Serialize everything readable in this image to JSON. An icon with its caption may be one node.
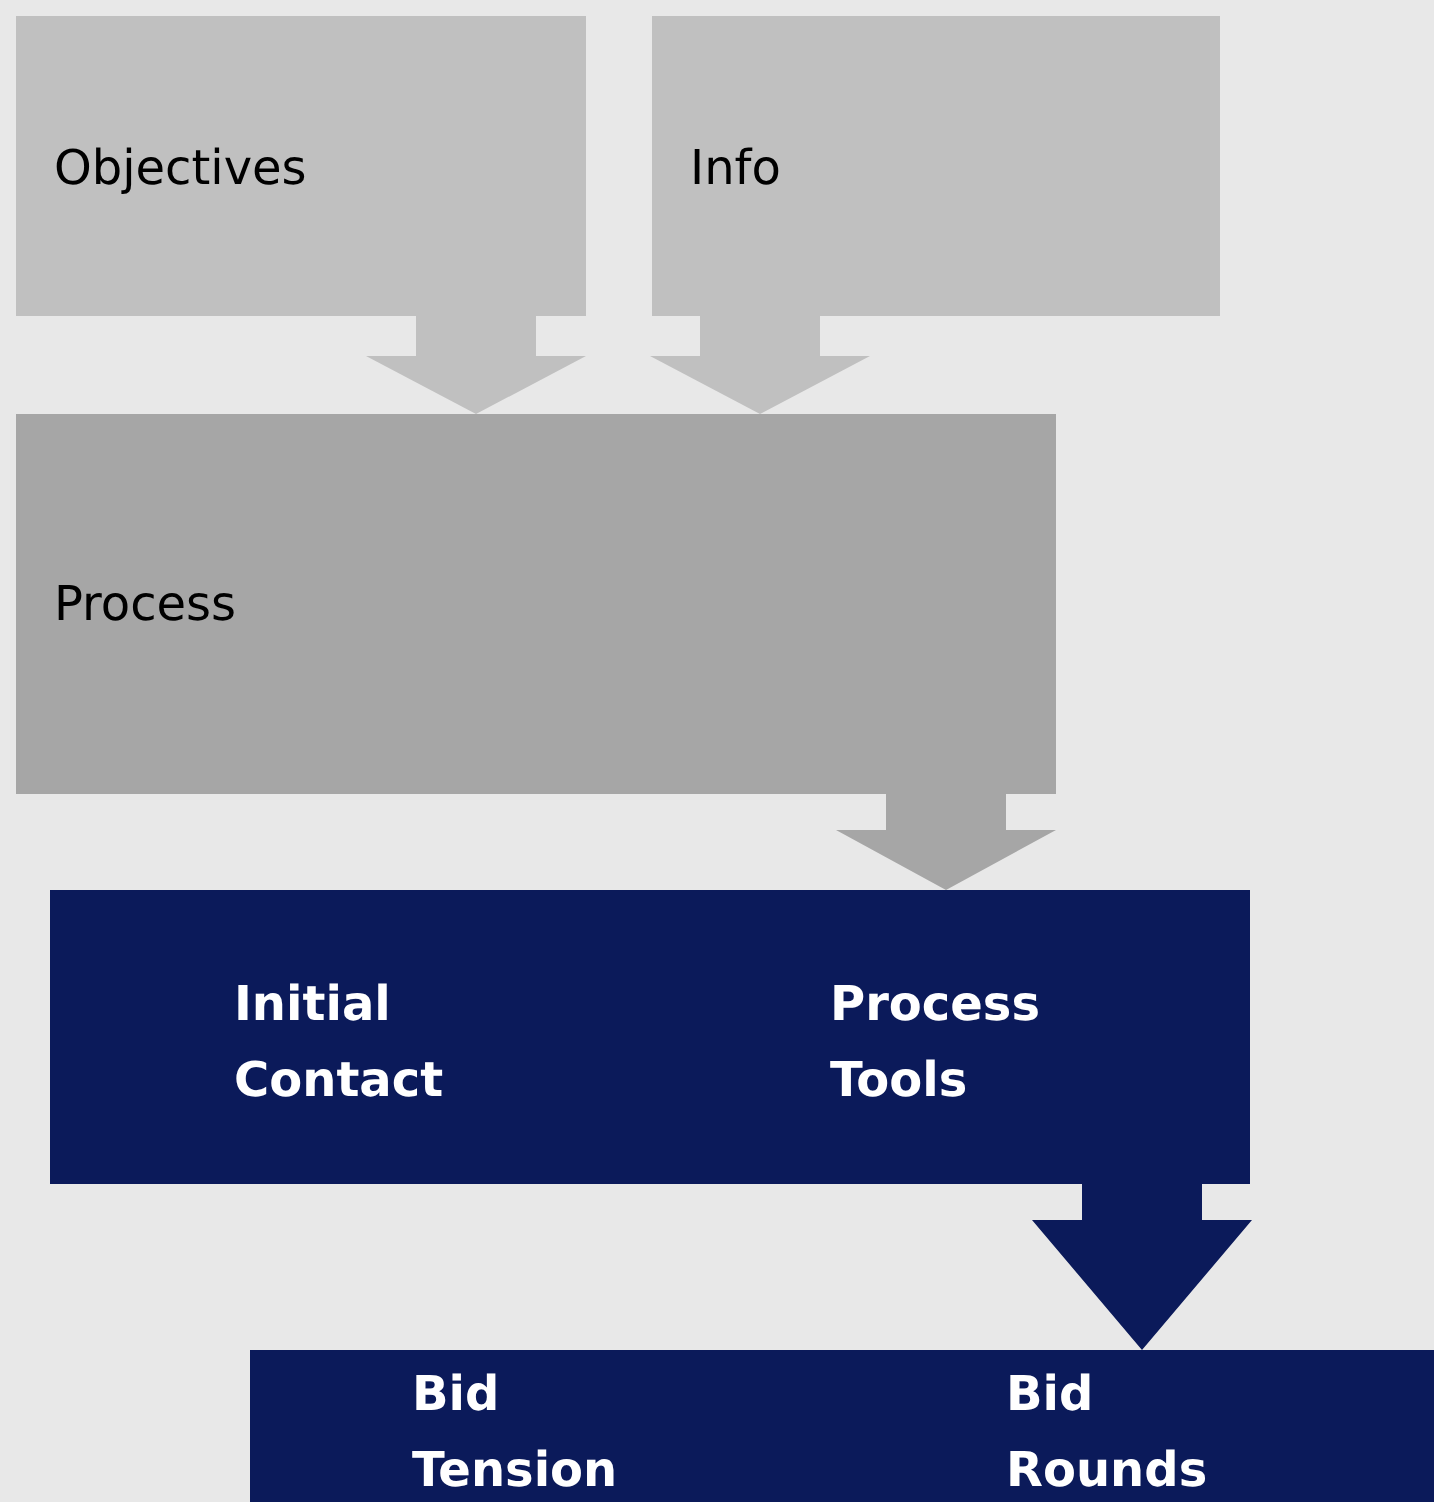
{
  "diagram": {
    "nodes": [
      {
        "text": [
          "Objectives"
        ]
      },
      {
        "text": [
          "Info"
        ]
      },
      {
        "text": [
          "Process"
        ]
      },
      {
        "text": [
          "Initial Contact",
          "Process Tools"
        ]
      },
      {
        "text": [
          "Bid Tension",
          "Bid Rounds"
        ]
      }
    ],
    "edges": [
      {
        "from": 0,
        "to": 2,
        "arrow": "to"
      },
      {
        "from": 1,
        "to": 2,
        "arrow": "to"
      },
      {
        "from": 2,
        "to": 3,
        "arrow": "to",
        "color": "#a6a6a6"
      },
      {
        "from": 3,
        "to": 4,
        "arrow": "to",
        "color": "#0b1a5a"
      }
    ]
  }
}
